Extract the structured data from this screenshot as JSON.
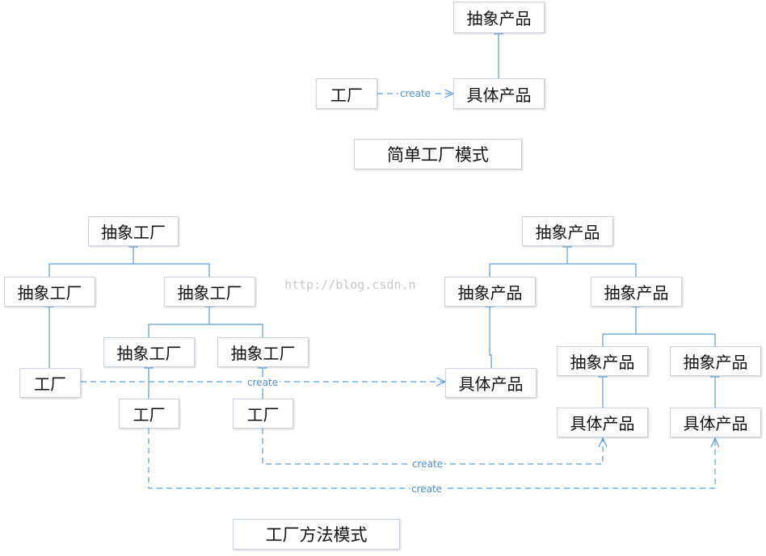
{
  "diagram": {
    "simple_factory": {
      "title": "简单工厂模式",
      "abstract_product": "抽象产品",
      "concrete_product": "具体产品",
      "factory": "工厂",
      "create_label": "create"
    },
    "factory_method": {
      "title": "工厂方法模式",
      "abstract_factory_root": "抽象工厂",
      "abstract_factory_left": "抽象工厂",
      "abstract_factory_mid": "抽象工厂",
      "abstract_factory_mid_a": "抽象工厂",
      "abstract_factory_mid_b": "抽象工厂",
      "factory_left": "工厂",
      "factory_mid_a": "工厂",
      "factory_mid_b": "工厂",
      "abstract_product_root": "抽象产品",
      "abstract_product_left": "抽象产品",
      "abstract_product_right": "抽象产品",
      "abstract_product_right_a": "抽象产品",
      "abstract_product_right_b": "抽象产品",
      "concrete_product_left": "具体产品",
      "concrete_product_right_a": "具体产品",
      "concrete_product_right_b": "具体产品",
      "create_label_1": "create",
      "create_label_2": "create",
      "create_label_3": "create"
    },
    "watermark": "http://blog.csdn.n",
    "colors": {
      "line": "#5b9bd5",
      "box_border": "#c9d3dd",
      "label": "#4e8fc8"
    }
  }
}
